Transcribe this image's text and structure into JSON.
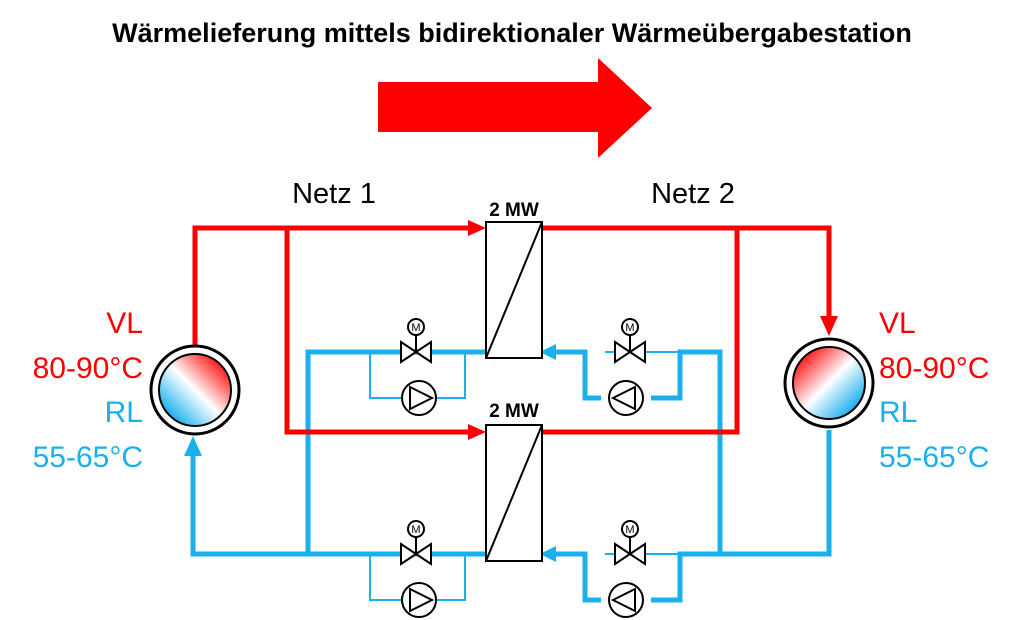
{
  "title": "Wärmelieferung mittels bidirektionaler Wärmeübergabestation",
  "networks": {
    "left": {
      "name": "Netz 1",
      "vl_label": "VL",
      "vl_temp": "80-90°C",
      "rl_label": "RL",
      "rl_temp": "55-65°C"
    },
    "right": {
      "name": "Netz 2",
      "vl_label": "VL",
      "vl_temp": "80-90°C",
      "rl_label": "RL",
      "rl_temp": "55-65°C"
    }
  },
  "exchangers": [
    {
      "capacity": "2 MW"
    },
    {
      "capacity": "2 MW"
    }
  ],
  "motor_symbol": "M",
  "colors": {
    "supply": "#ff0000",
    "return": "#1ab0ee",
    "arrow": "#ff0000",
    "line": "#000000"
  }
}
